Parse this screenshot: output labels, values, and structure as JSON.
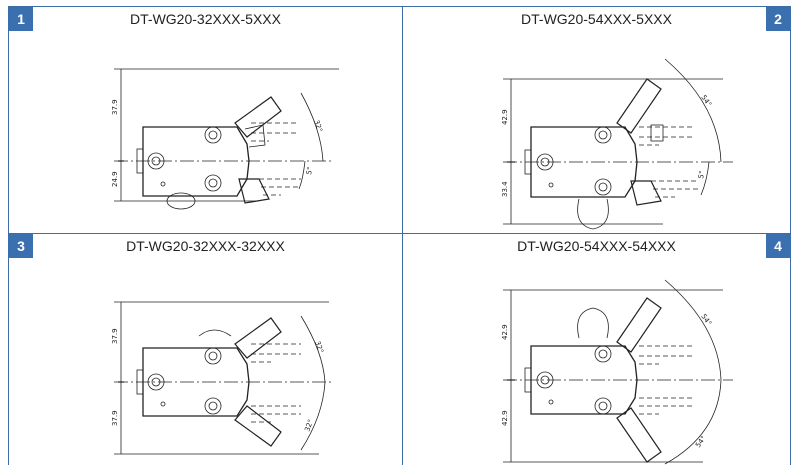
{
  "panels": [
    {
      "number": "1",
      "title": "DT-WG20-32XXX-5XXX",
      "dims": {
        "top": "37.9",
        "bottom": "24.9"
      },
      "angles": {
        "upper": "32°",
        "lower": "5°"
      }
    },
    {
      "number": "2",
      "title": "DT-WG20-54XXX-5XXX",
      "dims": {
        "top": "42.9",
        "bottom": "33.4"
      },
      "angles": {
        "upper": "54°",
        "lower": "5°"
      }
    },
    {
      "number": "3",
      "title": "DT-WG20-32XXX-32XXX",
      "dims": {
        "top": "37.9",
        "bottom": "37.9"
      },
      "angles": {
        "upper": "32°",
        "lower": "32°"
      }
    },
    {
      "number": "4",
      "title": "DT-WG20-54XXX-54XXX",
      "dims": {
        "top": "42.9",
        "bottom": "42.9"
      },
      "angles": {
        "upper": "54°",
        "lower": "54°"
      }
    }
  ],
  "colors": {
    "badge": "#3a6fb0",
    "border": "#3b6ea8",
    "line": "#222222"
  }
}
